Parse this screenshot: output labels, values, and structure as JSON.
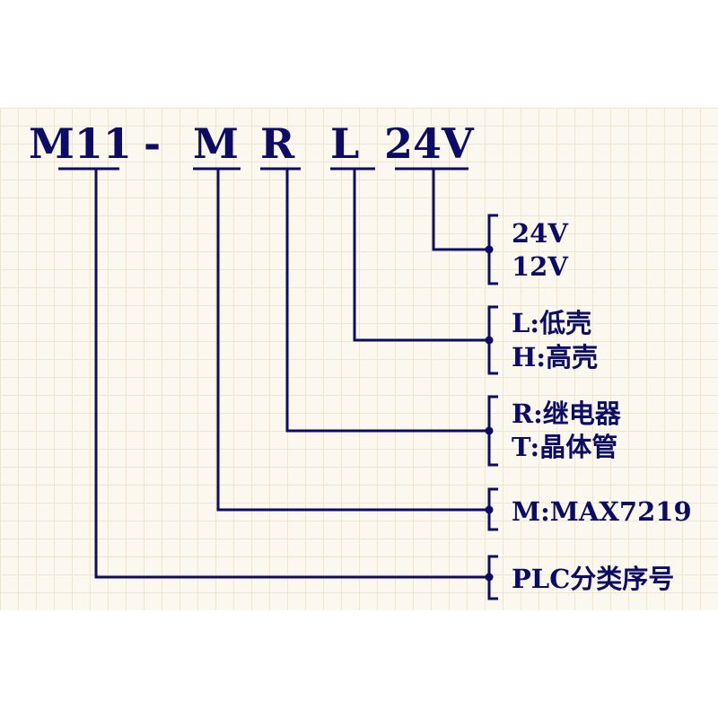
{
  "model_code": {
    "series": "M11",
    "dash": "-",
    "chip": "M",
    "output": "R",
    "case": "L",
    "voltage": "24V"
  },
  "legend": {
    "voltage": [
      "24V",
      "12V"
    ],
    "case": [
      "L:低壳",
      "H:高壳"
    ],
    "output": [
      "R:继电器",
      "T:晶体管"
    ],
    "chip": [
      "M:MAX7219"
    ],
    "series": [
      "PLC分类序号"
    ]
  },
  "colors": {
    "wire": "#0c0c66",
    "text": "#0c0c66",
    "grid_background": "#fbf9ef"
  }
}
